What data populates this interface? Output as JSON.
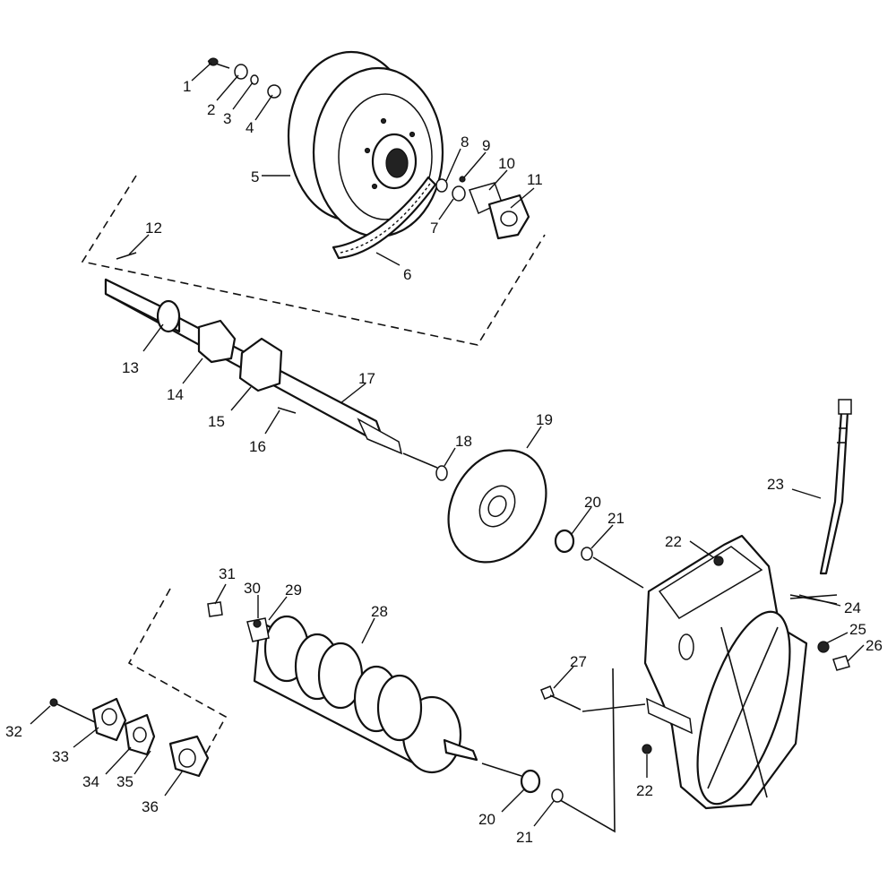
{
  "diagram": {
    "type": "exploded-parts-diagram",
    "callouts": [
      {
        "id": "c1",
        "label": "1"
      },
      {
        "id": "c2",
        "label": "2"
      },
      {
        "id": "c3",
        "label": "3"
      },
      {
        "id": "c4",
        "label": "4"
      },
      {
        "id": "c5",
        "label": "5"
      },
      {
        "id": "c6",
        "label": "6"
      },
      {
        "id": "c7",
        "label": "7"
      },
      {
        "id": "c8",
        "label": "8"
      },
      {
        "id": "c9",
        "label": "9"
      },
      {
        "id": "c10",
        "label": "10"
      },
      {
        "id": "c11",
        "label": "11"
      },
      {
        "id": "c12",
        "label": "12"
      },
      {
        "id": "c13",
        "label": "13"
      },
      {
        "id": "c14",
        "label": "14"
      },
      {
        "id": "c15",
        "label": "15"
      },
      {
        "id": "c16",
        "label": "16"
      },
      {
        "id": "c17",
        "label": "17"
      },
      {
        "id": "c18",
        "label": "18"
      },
      {
        "id": "c19",
        "label": "19"
      },
      {
        "id": "c20a",
        "label": "20"
      },
      {
        "id": "c21a",
        "label": "21"
      },
      {
        "id": "c22a",
        "label": "22"
      },
      {
        "id": "c23",
        "label": "23"
      },
      {
        "id": "c24",
        "label": "24"
      },
      {
        "id": "c25",
        "label": "25"
      },
      {
        "id": "c26",
        "label": "26"
      },
      {
        "id": "c27",
        "label": "27"
      },
      {
        "id": "c22b",
        "label": "22"
      },
      {
        "id": "c28",
        "label": "28"
      },
      {
        "id": "c29",
        "label": "29"
      },
      {
        "id": "c30",
        "label": "30"
      },
      {
        "id": "c31",
        "label": "31"
      },
      {
        "id": "c32",
        "label": "32"
      },
      {
        "id": "c33",
        "label": "33"
      },
      {
        "id": "c34",
        "label": "34"
      },
      {
        "id": "c35",
        "label": "35"
      },
      {
        "id": "c36",
        "label": "36"
      },
      {
        "id": "c20b",
        "label": "20"
      },
      {
        "id": "c21b",
        "label": "21"
      }
    ]
  }
}
